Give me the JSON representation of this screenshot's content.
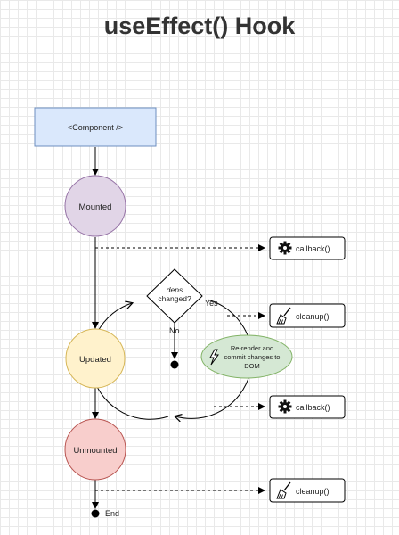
{
  "title": "useEffect() Hook",
  "nodes": {
    "component": "<Component />",
    "mounted": "Mounted",
    "updated": "Updated",
    "unmounted": "Unmounted",
    "decision_line1": "deps",
    "decision_line2": "changed?",
    "end": "End",
    "rerender_line1": "Re-render and",
    "rerender_line2": "commit changes to",
    "rerender_line3": "DOM"
  },
  "edge_labels": {
    "yes": "Yes",
    "no": "No"
  },
  "actions": {
    "callback_1": "callback()",
    "cleanup_1": "cleanup()",
    "callback_2": "callback()",
    "cleanup_2": "cleanup()"
  },
  "icons": {
    "callback": "gear-icon",
    "cleanup": "broom-icon",
    "rerender": "lightning-icon"
  },
  "colors": {
    "component_fill": "#dae8fc",
    "component_stroke": "#6c8ebf",
    "mounted_fill": "#e1d5e7",
    "mounted_stroke": "#9673a6",
    "updated_fill": "#fff2cc",
    "updated_stroke": "#d6b656",
    "unmounted_fill": "#f8cecc",
    "unmounted_stroke": "#b85450",
    "rerender_fill": "#d5e8d4",
    "rerender_stroke": "#82b366"
  }
}
